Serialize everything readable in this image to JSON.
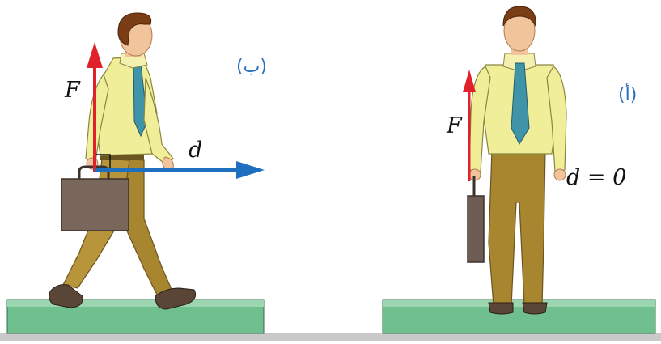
{
  "panels": {
    "b": {
      "label": "(ب)",
      "force_symbol": "F",
      "displacement_symbol": "d"
    },
    "a": {
      "label": "(أ)",
      "force_symbol": "F",
      "displacement_equation": "d = 0"
    }
  },
  "colors": {
    "force_arrow": "#e0202a",
    "displacement_arrow": "#1f6fc0",
    "ground": "#6fbf8f",
    "shirt": "#f1ee9a",
    "tie": "#3f94a8",
    "trousers": "#a8862f",
    "briefcase": "#7a675c",
    "skin": "#f2c49b",
    "hair": "#7a3d16",
    "shoes": "#5a4636",
    "panel_label": "#2a6fc0"
  },
  "icons": [
    "walking-man-icon",
    "standing-man-icon",
    "briefcase-icon",
    "force-arrow-icon",
    "displacement-arrow-icon"
  ]
}
